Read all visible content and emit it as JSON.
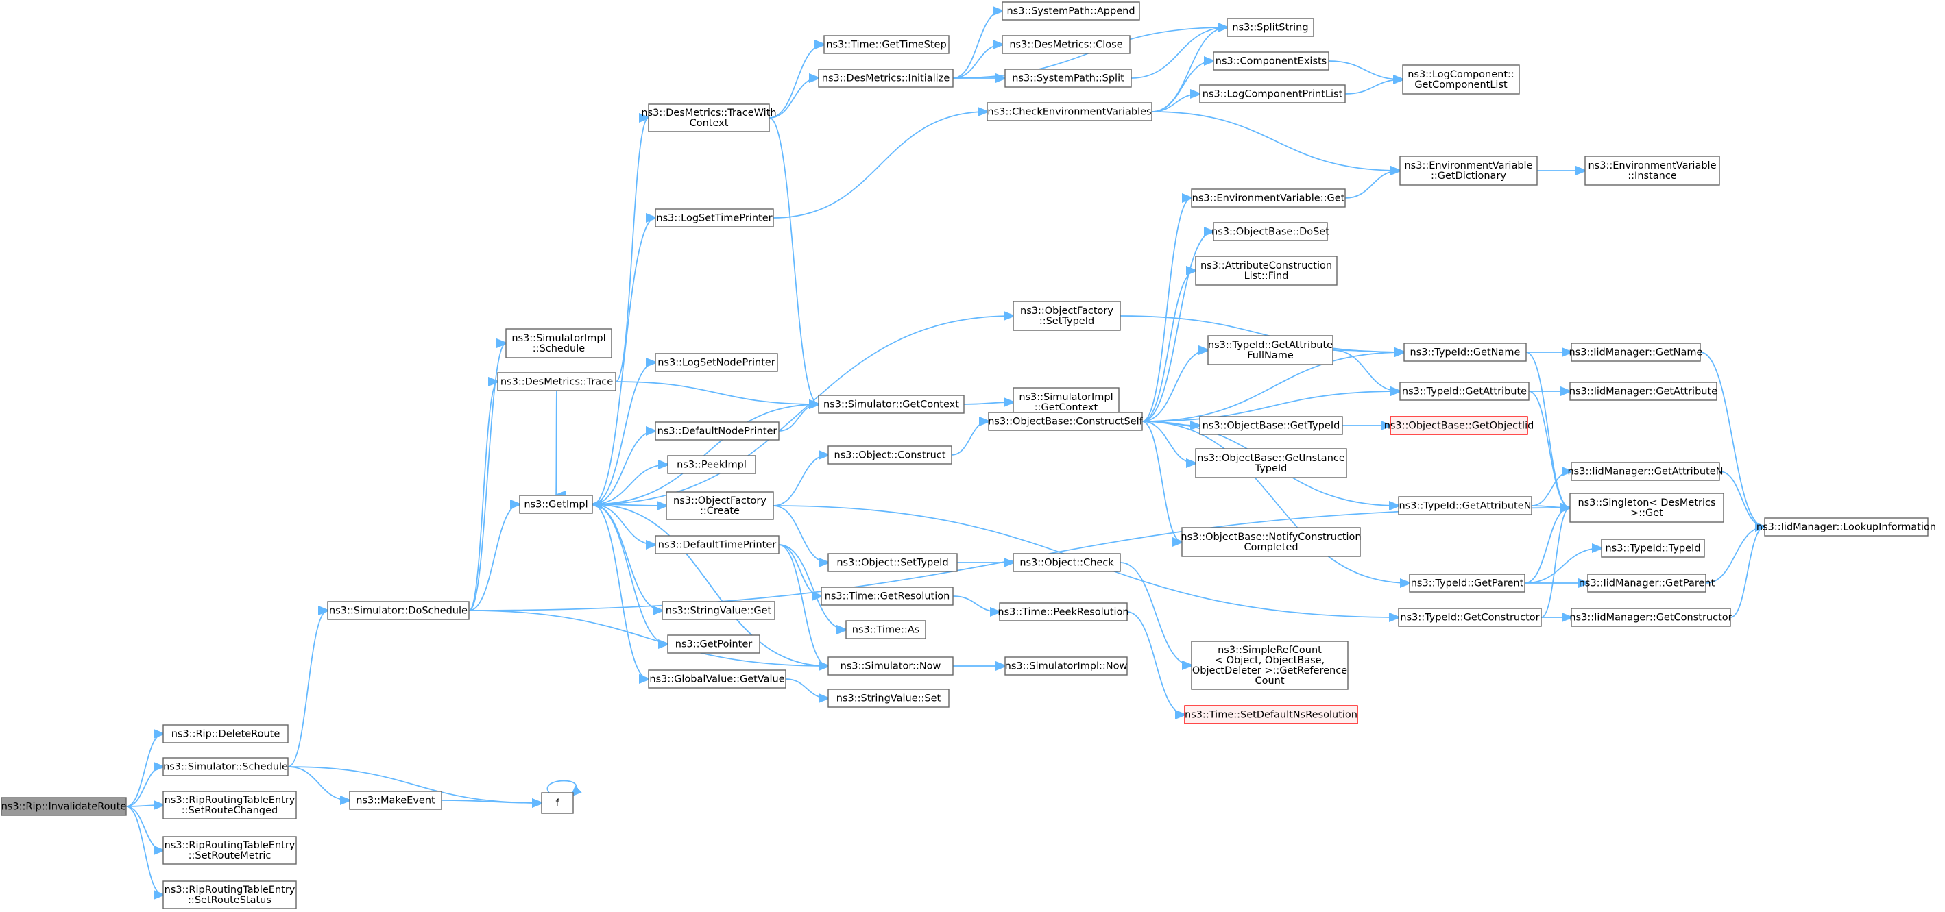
{
  "diagram": {
    "title": "",
    "colors": {
      "edge": "#63b8ff",
      "node_border": "#666666",
      "root_fill": "#999999",
      "error_border": "#ff0000"
    },
    "nodes": [
      {
        "id": "invalidate",
        "lines": [
          "ns3::Rip::InvalidateRoute"
        ],
        "root": true
      },
      {
        "id": "deleteRoute",
        "lines": [
          "ns3::Rip::DeleteRoute"
        ]
      },
      {
        "id": "schedule",
        "lines": [
          "ns3::Simulator::Schedule"
        ]
      },
      {
        "id": "setRouteChanged",
        "lines": [
          "ns3::RipRoutingTableEntry",
          "::SetRouteChanged"
        ]
      },
      {
        "id": "setRouteMetric",
        "lines": [
          "ns3::RipRoutingTableEntry",
          "::SetRouteMetric"
        ]
      },
      {
        "id": "setRouteStatus",
        "lines": [
          "ns3::RipRoutingTableEntry",
          "::SetRouteStatus"
        ]
      },
      {
        "id": "doSchedule",
        "lines": [
          "ns3::Simulator::DoSchedule"
        ]
      },
      {
        "id": "makeEvent",
        "lines": [
          "ns3::MakeEvent"
        ]
      },
      {
        "id": "f",
        "lines": [
          "f"
        ]
      },
      {
        "id": "simImplSchedule",
        "lines": [
          "ns3::SimulatorImpl",
          "::Schedule"
        ]
      },
      {
        "id": "desTrace",
        "lines": [
          "ns3::DesMetrics::Trace"
        ]
      },
      {
        "id": "getImpl",
        "lines": [
          "ns3::GetImpl"
        ]
      },
      {
        "id": "desTraceWith",
        "lines": [
          "ns3::DesMetrics::TraceWith",
          "Context"
        ]
      },
      {
        "id": "logSetTimePrinter",
        "lines": [
          "ns3::LogSetTimePrinter"
        ]
      },
      {
        "id": "logSetNodePrinter",
        "lines": [
          "ns3::LogSetNodePrinter"
        ]
      },
      {
        "id": "defaultNodePrinter",
        "lines": [
          "ns3::DefaultNodePrinter"
        ]
      },
      {
        "id": "peekImpl",
        "lines": [
          "ns3::PeekImpl"
        ]
      },
      {
        "id": "objFactoryCreate",
        "lines": [
          "ns3::ObjectFactory",
          "::Create"
        ]
      },
      {
        "id": "defaultTimePrinter",
        "lines": [
          "ns3::DefaultTimePrinter"
        ]
      },
      {
        "id": "stringValueGet",
        "lines": [
          "ns3::StringValue::Get"
        ]
      },
      {
        "id": "getPointer",
        "lines": [
          "ns3::GetPointer"
        ]
      },
      {
        "id": "globalValueGetValue",
        "lines": [
          "ns3::GlobalValue::GetValue"
        ]
      },
      {
        "id": "timeGetTimeStep",
        "lines": [
          "ns3::Time::GetTimeStep"
        ]
      },
      {
        "id": "desInitialize",
        "lines": [
          "ns3::DesMetrics::Initialize"
        ]
      },
      {
        "id": "simGetContext",
        "lines": [
          "ns3::Simulator::GetContext"
        ]
      },
      {
        "id": "objectConstruct",
        "lines": [
          "ns3::Object::Construct"
        ]
      },
      {
        "id": "objectSetTypeId",
        "lines": [
          "ns3::Object::SetTypeId"
        ]
      },
      {
        "id": "timeGetResolution",
        "lines": [
          "ns3::Time::GetResolution"
        ]
      },
      {
        "id": "timeAs",
        "lines": [
          "ns3::Time::As"
        ]
      },
      {
        "id": "simNow",
        "lines": [
          "ns3::Simulator::Now"
        ]
      },
      {
        "id": "stringValueSet",
        "lines": [
          "ns3::StringValue::Set"
        ]
      },
      {
        "id": "sysPathAppend",
        "lines": [
          "ns3::SystemPath::Append"
        ]
      },
      {
        "id": "desClose",
        "lines": [
          "ns3::DesMetrics::Close"
        ]
      },
      {
        "id": "sysPathSplit",
        "lines": [
          "ns3::SystemPath::Split"
        ]
      },
      {
        "id": "checkEnvVars",
        "lines": [
          "ns3::CheckEnvironmentVariables"
        ]
      },
      {
        "id": "objFactorySetTypeId",
        "lines": [
          "ns3::ObjectFactory",
          "::SetTypeId"
        ]
      },
      {
        "id": "simImplGetContext",
        "lines": [
          "ns3::SimulatorImpl",
          "::GetContext"
        ]
      },
      {
        "id": "objBaseConstructSelf",
        "lines": [
          "ns3::ObjectBase::ConstructSelf"
        ]
      },
      {
        "id": "objectCheck",
        "lines": [
          "ns3::Object::Check"
        ]
      },
      {
        "id": "timePeekResolution",
        "lines": [
          "ns3::Time::PeekResolution"
        ]
      },
      {
        "id": "simImplNow",
        "lines": [
          "ns3::SimulatorImpl::Now"
        ]
      },
      {
        "id": "splitString",
        "lines": [
          "ns3::SplitString"
        ]
      },
      {
        "id": "componentExists",
        "lines": [
          "ns3::ComponentExists"
        ]
      },
      {
        "id": "logCompPrintList",
        "lines": [
          "ns3::LogComponentPrintList"
        ]
      },
      {
        "id": "envVarGet",
        "lines": [
          "ns3::EnvironmentVariable::Get"
        ]
      },
      {
        "id": "objBaseDoSet",
        "lines": [
          "ns3::ObjectBase::DoSet"
        ]
      },
      {
        "id": "attrConstrFind",
        "lines": [
          "ns3::AttributeConstruction",
          "List::Find"
        ]
      },
      {
        "id": "typeIdGetAttrFullName",
        "lines": [
          "ns3::TypeId::GetAttribute",
          "FullName"
        ]
      },
      {
        "id": "objBaseGetTypeId",
        "lines": [
          "ns3::ObjectBase::GetTypeId"
        ]
      },
      {
        "id": "objBaseGetInstanceTypeId",
        "lines": [
          "ns3::ObjectBase::GetInstance",
          "TypeId"
        ]
      },
      {
        "id": "objBaseNotify",
        "lines": [
          "ns3::ObjectBase::NotifyConstruction",
          "Completed"
        ]
      },
      {
        "id": "simpleRefCount",
        "lines": [
          "ns3::SimpleRefCount",
          "< Object, ObjectBase,",
          "ObjectDeleter >::GetReference",
          "Count"
        ]
      },
      {
        "id": "timeSetDefaultNs",
        "lines": [
          "ns3::Time::SetDefaultNsResolution"
        ],
        "red": true
      },
      {
        "id": "logCompGetList",
        "lines": [
          "ns3::LogComponent::",
          "GetComponentList"
        ]
      },
      {
        "id": "envVarGetDict",
        "lines": [
          "ns3::EnvironmentVariable",
          "::GetDictionary"
        ]
      },
      {
        "id": "typeIdGetName",
        "lines": [
          "ns3::TypeId::GetName"
        ]
      },
      {
        "id": "typeIdGetAttribute",
        "lines": [
          "ns3::TypeId::GetAttribute"
        ]
      },
      {
        "id": "objBaseGetObjectIid",
        "lines": [
          "ns3::ObjectBase::GetObjectIid"
        ],
        "red": true
      },
      {
        "id": "typeIdGetAttributeN",
        "lines": [
          "ns3::TypeId::GetAttributeN"
        ]
      },
      {
        "id": "typeIdGetParent",
        "lines": [
          "ns3::TypeId::GetParent"
        ]
      },
      {
        "id": "typeIdGetConstructor",
        "lines": [
          "ns3::TypeId::GetConstructor"
        ]
      },
      {
        "id": "envVarInstance",
        "lines": [
          "ns3::EnvironmentVariable",
          "::Instance"
        ]
      },
      {
        "id": "iidGetName",
        "lines": [
          "ns3::IidManager::GetName"
        ]
      },
      {
        "id": "iidGetAttribute",
        "lines": [
          "ns3::IidManager::GetAttribute"
        ]
      },
      {
        "id": "iidGetAttributeN",
        "lines": [
          "ns3::IidManager::GetAttributeN"
        ]
      },
      {
        "id": "singletonGet",
        "lines": [
          "ns3::Singleton< DesMetrics",
          ">::Get"
        ]
      },
      {
        "id": "typeIdTypeId",
        "lines": [
          "ns3::TypeId::TypeId"
        ]
      },
      {
        "id": "iidGetParent",
        "lines": [
          "ns3::IidManager::GetParent"
        ]
      },
      {
        "id": "iidGetConstructor",
        "lines": [
          "ns3::IidManager::GetConstructor"
        ]
      },
      {
        "id": "iidLookupInfo",
        "lines": [
          "ns3::IidManager::LookupInformation"
        ]
      }
    ],
    "edges": [
      [
        "invalidate",
        "deleteRoute"
      ],
      [
        "invalidate",
        "schedule"
      ],
      [
        "invalidate",
        "setRouteChanged"
      ],
      [
        "invalidate",
        "setRouteMetric"
      ],
      [
        "invalidate",
        "setRouteStatus"
      ],
      [
        "schedule",
        "doSchedule"
      ],
      [
        "schedule",
        "makeEvent"
      ],
      [
        "schedule",
        "f"
      ],
      [
        "makeEvent",
        "f"
      ],
      [
        "f",
        "f"
      ],
      [
        "doSchedule",
        "simImplSchedule"
      ],
      [
        "doSchedule",
        "desTrace"
      ],
      [
        "doSchedule",
        "getImpl"
      ],
      [
        "doSchedule",
        "simNow"
      ],
      [
        "doSchedule",
        "singletonGet"
      ],
      [
        "desTrace",
        "desTraceWith"
      ],
      [
        "desTrace",
        "simGetContext"
      ],
      [
        "desTrace",
        "getImpl"
      ],
      [
        "desTraceWith",
        "timeGetTimeStep"
      ],
      [
        "desTraceWith",
        "desInitialize"
      ],
      [
        "desTraceWith",
        "simGetContext"
      ],
      [
        "desInitialize",
        "sysPathAppend"
      ],
      [
        "desInitialize",
        "desClose"
      ],
      [
        "desInitialize",
        "sysPathSplit"
      ],
      [
        "desInitialize",
        "splitString"
      ],
      [
        "sysPathSplit",
        "splitString"
      ],
      [
        "getImpl",
        "logSetTimePrinter"
      ],
      [
        "getImpl",
        "objFactorySetTypeId"
      ],
      [
        "getImpl",
        "simGetContext"
      ],
      [
        "getImpl",
        "logSetNodePrinter"
      ],
      [
        "getImpl",
        "defaultNodePrinter"
      ],
      [
        "getImpl",
        "peekImpl"
      ],
      [
        "getImpl",
        "objFactoryCreate"
      ],
      [
        "getImpl",
        "defaultTimePrinter"
      ],
      [
        "getImpl",
        "stringValueGet"
      ],
      [
        "getImpl",
        "getPointer"
      ],
      [
        "getImpl",
        "globalValueGetValue"
      ],
      [
        "getImpl",
        "simNow"
      ],
      [
        "logSetTimePrinter",
        "checkEnvVars"
      ],
      [
        "checkEnvVars",
        "splitString"
      ],
      [
        "checkEnvVars",
        "componentExists"
      ],
      [
        "checkEnvVars",
        "logCompPrintList"
      ],
      [
        "checkEnvVars",
        "envVarGetDict"
      ],
      [
        "componentExists",
        "logCompGetList"
      ],
      [
        "logCompPrintList",
        "logCompGetList"
      ],
      [
        "objFactorySetTypeId",
        "typeIdGetName"
      ],
      [
        "simGetContext",
        "simImplGetContext"
      ],
      [
        "defaultNodePrinter",
        "simGetContext"
      ],
      [
        "objFactoryCreate",
        "objectConstruct"
      ],
      [
        "objFactoryCreate",
        "objectSetTypeId"
      ],
      [
        "objFactoryCreate",
        "typeIdGetConstructor"
      ],
      [
        "objectConstruct",
        "objBaseConstructSelf"
      ],
      [
        "objBaseConstructSelf",
        "envVarGet"
      ],
      [
        "objBaseConstructSelf",
        "objBaseDoSet"
      ],
      [
        "objBaseConstructSelf",
        "attrConstrFind"
      ],
      [
        "objBaseConstructSelf",
        "typeIdGetName"
      ],
      [
        "objBaseConstructSelf",
        "typeIdGetAttrFullName"
      ],
      [
        "objBaseConstructSelf",
        "typeIdGetAttribute"
      ],
      [
        "objBaseConstructSelf",
        "objBaseGetTypeId"
      ],
      [
        "objBaseConstructSelf",
        "objBaseGetInstanceTypeId"
      ],
      [
        "objBaseConstructSelf",
        "typeIdGetAttributeN"
      ],
      [
        "objBaseConstructSelf",
        "objBaseNotify"
      ],
      [
        "objBaseConstructSelf",
        "typeIdGetParent"
      ],
      [
        "envVarGet",
        "envVarGetDict"
      ],
      [
        "envVarGetDict",
        "envVarInstance"
      ],
      [
        "typeIdGetAttrFullName",
        "typeIdGetName"
      ],
      [
        "typeIdGetAttrFullName",
        "typeIdGetAttribute"
      ],
      [
        "typeIdGetName",
        "iidGetName"
      ],
      [
        "typeIdGetName",
        "singletonGet"
      ],
      [
        "typeIdGetAttribute",
        "iidGetAttribute"
      ],
      [
        "typeIdGetAttribute",
        "singletonGet"
      ],
      [
        "objBaseGetTypeId",
        "objBaseGetObjectIid"
      ],
      [
        "typeIdGetAttributeN",
        "iidGetAttributeN"
      ],
      [
        "typeIdGetAttributeN",
        "singletonGet"
      ],
      [
        "typeIdGetParent",
        "singletonGet"
      ],
      [
        "typeIdGetParent",
        "typeIdTypeId"
      ],
      [
        "typeIdGetParent",
        "iidGetParent"
      ],
      [
        "typeIdGetConstructor",
        "singletonGet"
      ],
      [
        "typeIdGetConstructor",
        "iidGetConstructor"
      ],
      [
        "iidGetName",
        "iidLookupInfo"
      ],
      [
        "iidGetAttributeN",
        "iidLookupInfo"
      ],
      [
        "iidGetParent",
        "iidLookupInfo"
      ],
      [
        "iidGetConstructor",
        "iidLookupInfo"
      ],
      [
        "objectSetTypeId",
        "objectCheck"
      ],
      [
        "objectCheck",
        "simpleRefCount"
      ],
      [
        "defaultTimePrinter",
        "timeGetResolution"
      ],
      [
        "defaultTimePrinter",
        "timeAs"
      ],
      [
        "defaultTimePrinter",
        "simNow"
      ],
      [
        "timeGetResolution",
        "timePeekResolution"
      ],
      [
        "timePeekResolution",
        "timeSetDefaultNs"
      ],
      [
        "simNow",
        "simImplNow"
      ],
      [
        "simNow",
        "getImpl"
      ],
      [
        "globalValueGetValue",
        "stringValueSet"
      ]
    ]
  }
}
